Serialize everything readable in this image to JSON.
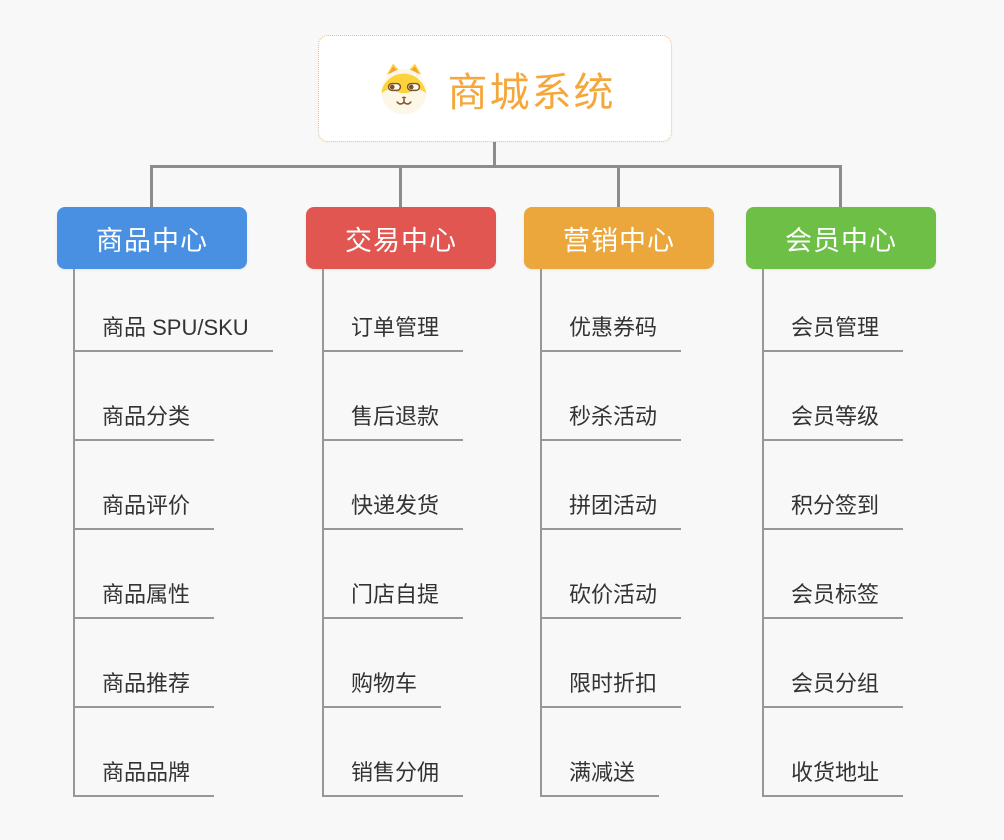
{
  "page": {
    "background_color": "#f8f8f8",
    "connector_color": "#8c8c8c",
    "branch_line_color": "#979797"
  },
  "root": {
    "title": "商城系统",
    "icon": "dog-face-icon",
    "title_color": "#f5a73b",
    "border_color": "#f3bc74"
  },
  "branches": [
    {
      "label": "商品中心",
      "color": "#4a90e2",
      "items": [
        "商品 SPU/SKU",
        "商品分类",
        "商品评价",
        "商品属性",
        "商品推荐",
        "商品品牌"
      ]
    },
    {
      "label": "交易中心",
      "color": "#e25651",
      "items": [
        "订单管理",
        "售后退款",
        "快递发货",
        "门店自提",
        "购物车",
        "销售分佣"
      ]
    },
    {
      "label": "营销中心",
      "color": "#eba63c",
      "items": [
        "优惠券码",
        "秒杀活动",
        "拼团活动",
        "砍价活动",
        "限时折扣",
        "满减送"
      ]
    },
    {
      "label": "会员中心",
      "color": "#6dbf45",
      "items": [
        "会员管理",
        "会员等级",
        "积分签到",
        "会员标签",
        "会员分组",
        "收货地址"
      ]
    }
  ]
}
